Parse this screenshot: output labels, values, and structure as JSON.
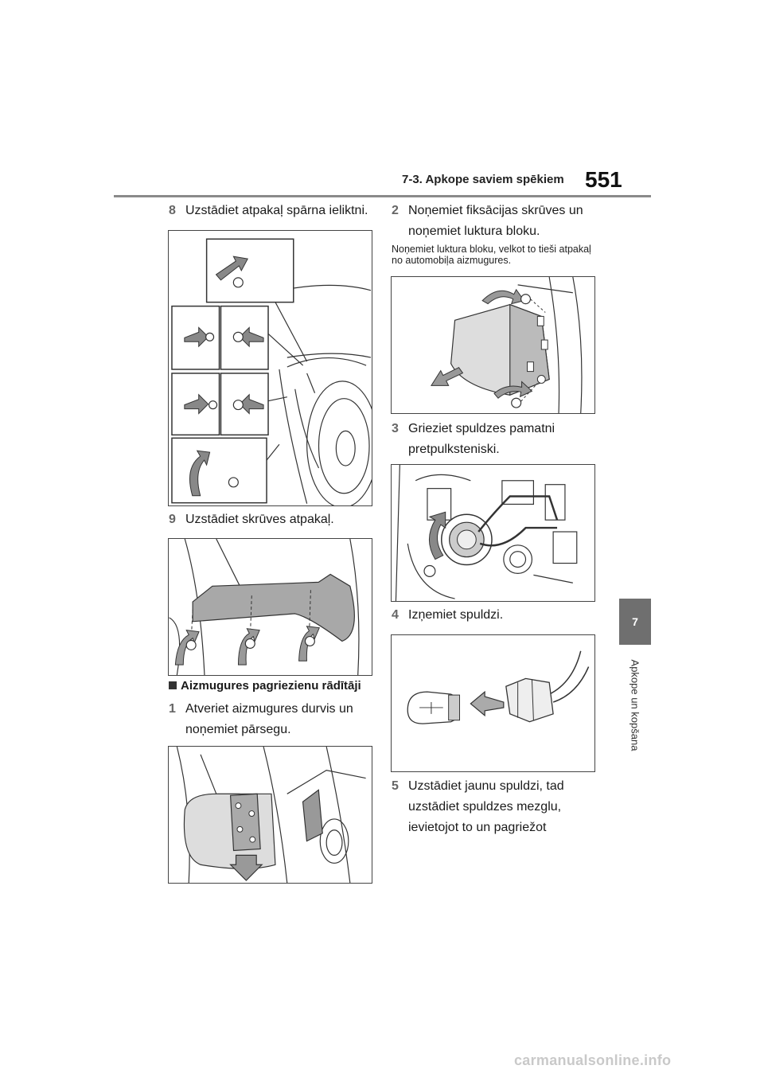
{
  "header": {
    "section": "7-3. Apkope saviem spēkiem",
    "page_number": "551"
  },
  "side_tab": {
    "chapter": "7",
    "label": "Apkope un kopšana"
  },
  "left_column": {
    "step8": {
      "num": "8",
      "text": "Uzstādiet atpakaļ spārna ieliktni."
    },
    "step9": {
      "num": "9",
      "text": "Uzstādiet skrūves atpakaļ."
    },
    "heading": "Aizmugures pagriezienu rādītāji",
    "step1": {
      "num": "1",
      "text": "Atveriet aizmugures durvis un noņemiet pārsegu."
    }
  },
  "right_column": {
    "step2": {
      "num": "2",
      "text": "Noņemiet fiksācijas skrūves un noņemiet luktura bloku."
    },
    "note2": "Noņemiet luktura bloku, velkot to tieši atpakaļ no automobiļa aizmugures.",
    "step3": {
      "num": "3",
      "text": "Grieziet spuldzes pamatni pretpulksteniski."
    },
    "step4": {
      "num": "4",
      "text": "Izņemiet spuldzi."
    },
    "step5": {
      "num": "5",
      "text": "Uzstādiet jaunu spuldzi, tad uzstādiet spuldzes mezglu, ievietojot to un pagriežot"
    }
  },
  "watermark": "carmanualsonline.info"
}
